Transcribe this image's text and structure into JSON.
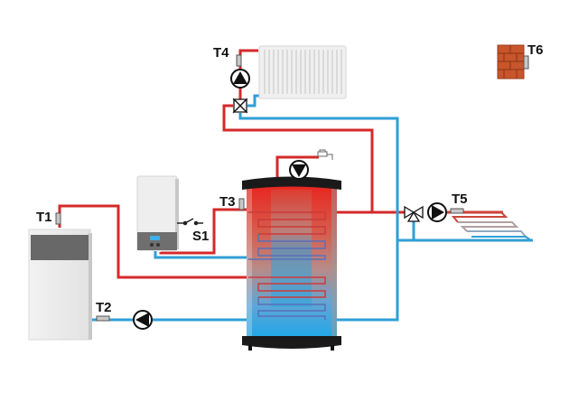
{
  "diagram": {
    "title": "Heating system schematic",
    "colors": {
      "supply": "#d42a2a",
      "return": "#2f9fd6",
      "tank_hot": "#e8241e",
      "tank_cold": "#1fa8e8",
      "brick": "#c8552b",
      "device_body": "#e9e9e9",
      "device_panel": "#6f6f6f",
      "display": "#3fb0e8"
    },
    "labels": {
      "t1": "T1",
      "t2": "T2",
      "t3": "T3",
      "t4": "T4",
      "t5": "T5",
      "t6": "T6",
      "s1": "S1"
    },
    "components": [
      {
        "id": "heat-pump-unit",
        "type": "outdoor/boiler unit",
        "sensors": [
          "T1",
          "T2"
        ]
      },
      {
        "id": "wall-boiler",
        "type": "wall-hung boiler",
        "switch": "S1"
      },
      {
        "id": "buffer-tank",
        "type": "storage tank with coils",
        "sensor": "T3"
      },
      {
        "id": "radiator",
        "type": "panel radiator",
        "sensor": "T4"
      },
      {
        "id": "floor-heating",
        "type": "underfloor loop",
        "sensor": "T5"
      },
      {
        "id": "outdoor-sensor",
        "type": "wall (outside temp)",
        "sensor": "T6"
      },
      {
        "id": "dhw-tap",
        "type": "hot water tap"
      }
    ]
  }
}
